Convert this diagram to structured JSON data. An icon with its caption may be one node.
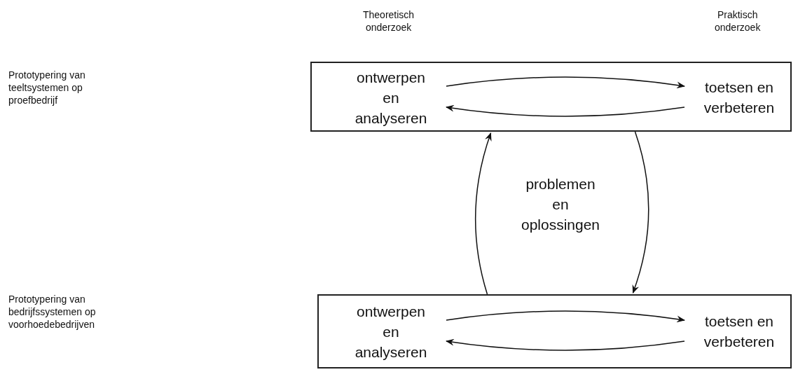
{
  "diagram": {
    "nodes": [
      {
        "text": [],
        "shape": "box"
      },
      {
        "text": [
          "ontwerpen en analyseren"
        ],
        "in": 0
      },
      {
        "text": [
          "toetsen en verbeteren"
        ],
        "in": 0
      },
      {
        "text": [
          "problemen en oplossingen"
        ]
      },
      {
        "text": [],
        "shape": "box"
      },
      {
        "text": [
          "ontwerpen en analyseren"
        ],
        "in": 4
      },
      {
        "text": [
          "toetsen en verbeteren"
        ],
        "in": 4
      }
    ],
    "edges": [
      {
        "from": 1,
        "to": 2,
        "arrow": "to"
      },
      {
        "from": 2,
        "to": 1,
        "arrow": "to"
      },
      {
        "from": 4,
        "to": 0,
        "arrow": "to"
      },
      {
        "from": 0,
        "to": 4,
        "arrow": "to"
      },
      {
        "from": 5,
        "to": 6,
        "arrow": "to"
      },
      {
        "from": 6,
        "to": 5,
        "arrow": "to"
      }
    ],
    "labels": [
      "Theoretisch onderzoek",
      "Praktisch onderzoek",
      "Prototypering van teeltsystemen op proefbedrijf",
      "Prototypering van bedrijfssystemen op voorhoedebedrijven"
    ]
  }
}
